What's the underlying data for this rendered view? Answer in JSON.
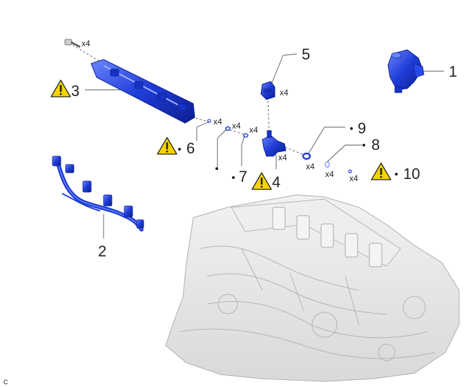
{
  "colors": {
    "part": "#1e3cd6",
    "part_dark": "#0d1f8f",
    "part_light": "#6a86ff",
    "engine": "#e6e6e6",
    "engine_line": "#b9b9b9",
    "warning": "#f5d400"
  },
  "callouts": {
    "c1": "1",
    "c2": "2",
    "c3": "3",
    "c4": "4",
    "c5": "5",
    "c6": "6",
    "c7": "7",
    "c8": "8",
    "c9": "9",
    "c10": "10"
  },
  "quantities": {
    "bolt": "x4",
    "clamp": "x4",
    "oring_6": "x4",
    "ring_left": "x4",
    "ring_right": "x4",
    "injector": "x4",
    "seal_9": "x4",
    "seal_8": "x4",
    "seal_10": "x4"
  },
  "corner_code": "C",
  "icons": [
    "warning-icon",
    "warning-icon",
    "warning-icon",
    "warning-icon"
  ]
}
